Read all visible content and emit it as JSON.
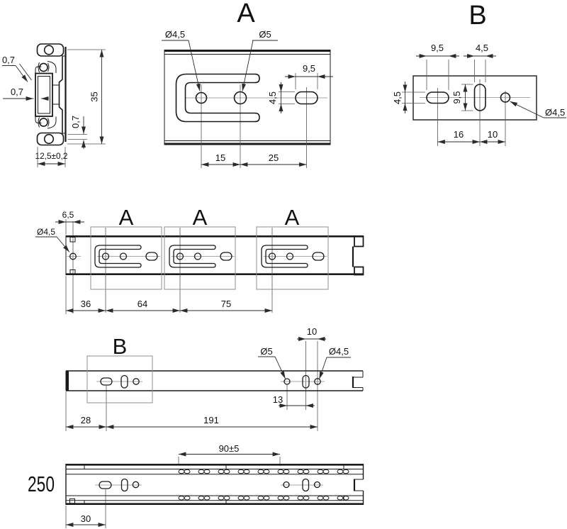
{
  "drawing": {
    "colors": {
      "line": "#1a1a1a",
      "dimension": "#2b2b2b",
      "detail_box": "#8f8f8f",
      "background": "#ffffff"
    },
    "views": {
      "cross_section": {
        "thickness_top": "0,7",
        "thickness_wall": "0,7",
        "thickness_bottom": "0,7",
        "height": "35",
        "width": "12,5±0,2"
      },
      "detail_a": {
        "title": "A",
        "hole_small_dia": "Ø4,5",
        "hole_large_dia": "Ø5",
        "slot_width": "9,5",
        "slot_height": "4,5",
        "hole_pitch": "15",
        "slot_pitch": "25"
      },
      "detail_b": {
        "title": "B",
        "slot_h_width": "9,5",
        "slot_v_width": "4,5",
        "slot_h_height": "4,5",
        "slot_v_height": "9,5",
        "pitch_1": "16",
        "pitch_2": "10",
        "hole_dia": "Ø4,5"
      },
      "cabinet_rail": {
        "detail_labels": [
          "A",
          "A",
          "A"
        ],
        "end_offset": "6,5",
        "end_hole_dia": "Ø4,5",
        "pitch_1": "36",
        "pitch_2": "64",
        "pitch_3": "75"
      },
      "drawer_rail": {
        "detail_label": "B",
        "front_offset": "28",
        "hole_span": "191",
        "rear_pitch": "13",
        "rear_end_pitch": "10",
        "rear_hole_large_dia": "Ø5",
        "rear_hole_small_dia": "Ø4,5"
      },
      "assembly": {
        "length_label": "250",
        "cage_span": "90±5",
        "front_offset": "30"
      }
    }
  }
}
